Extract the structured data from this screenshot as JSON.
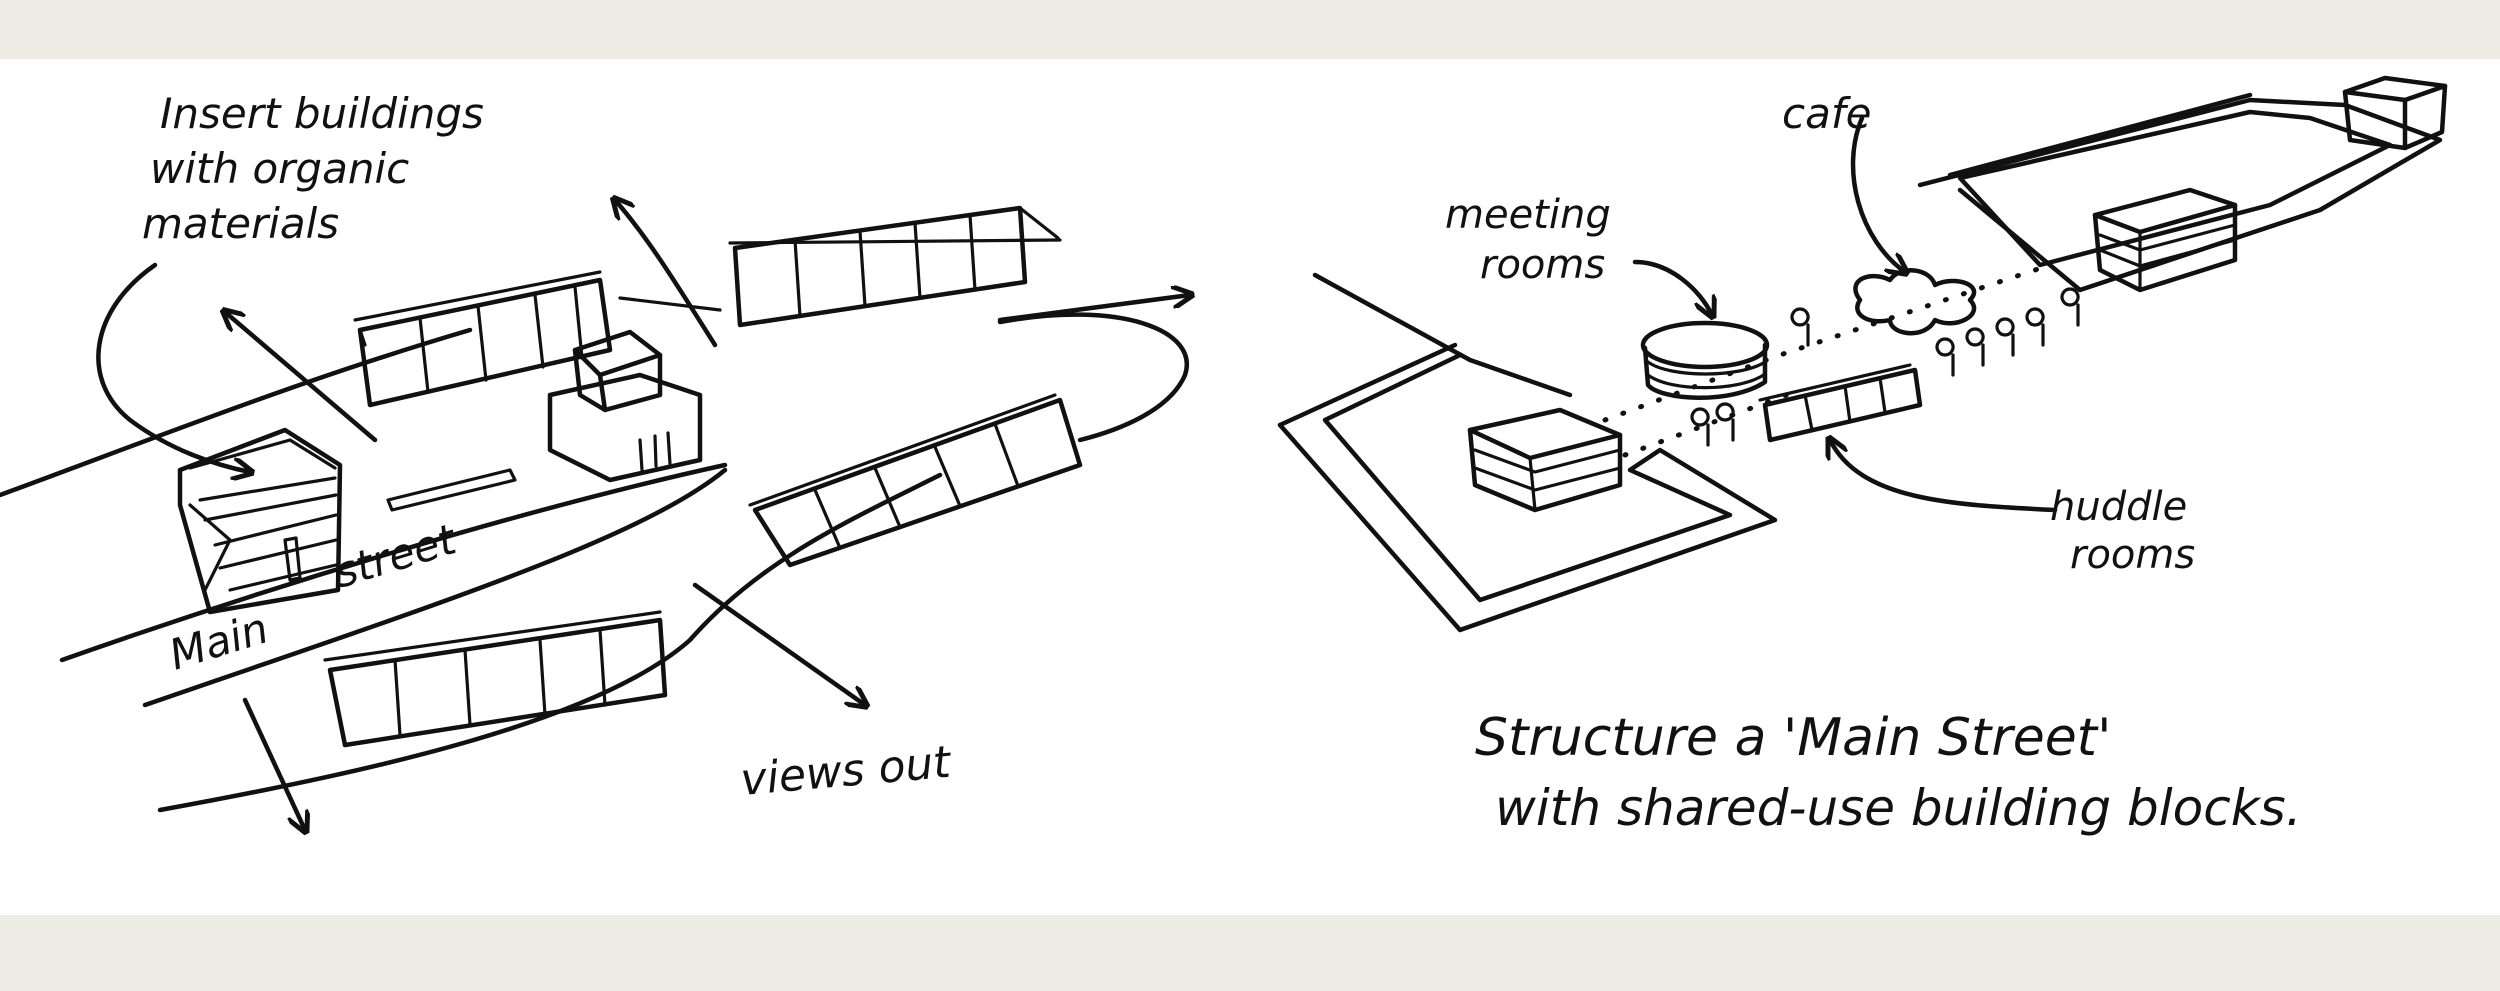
{
  "labels": {
    "insert": [
      "Insert buildings",
      "with organic",
      "materials"
    ],
    "main_street_1": "Main",
    "main_street_2": "street",
    "views_out": "views out",
    "cafe": "cafe",
    "meeting": [
      "meeting",
      "rooms"
    ],
    "huddle": [
      "huddle",
      "rooms"
    ],
    "caption": [
      "Structure a 'Main Street'",
      "with shared-use building blocks."
    ]
  },
  "colors": {
    "background": "#edede6",
    "paper": "#ffffff",
    "ink": "#111111"
  }
}
